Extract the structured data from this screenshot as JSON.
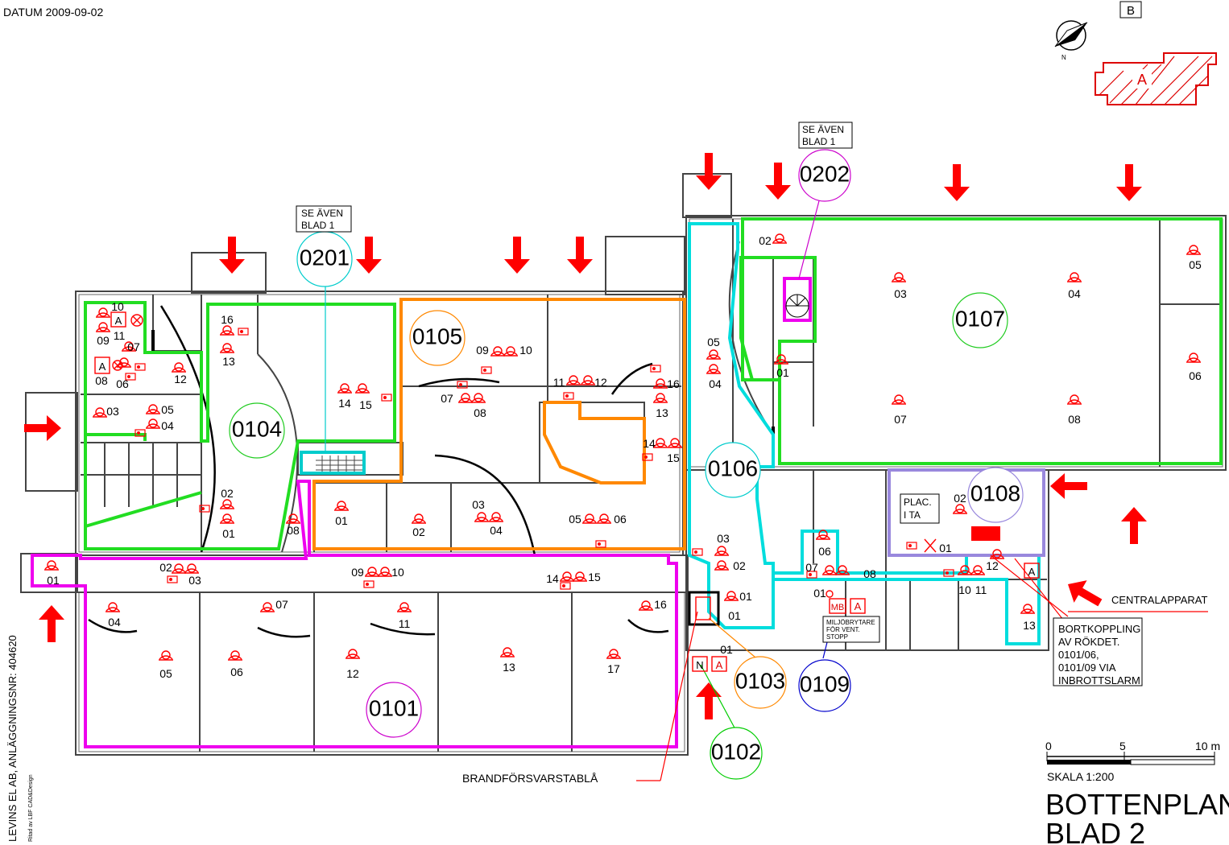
{
  "header": {
    "date": "DATUM 2009-09-02",
    "sheet_code": "B",
    "building_block": "A"
  },
  "title_block": {
    "line1": "BOTTENPLAN",
    "line2": "BLAD 2"
  },
  "scale": {
    "label": "SKALA   1:200",
    "tick0": "0",
    "tick5": "5",
    "tick10": "10 m"
  },
  "side_text": {
    "company": "LEVINS EL AB,  ANLÄGGNINGSNR:  404620",
    "drawn_by": "Ritad av LBF CAD&Design"
  },
  "notes": {
    "se_aven_1": "SE ÄVEN",
    "blad_1": "BLAD 1",
    "se_aven_2": "SE ÄVEN",
    "blad_2": "BLAD 1",
    "plac_1": "PLAC.",
    "plac_2": "I TA",
    "miljo_1": "MILJÖBRYTARE",
    "miljo_2": "FÖR VENT.",
    "miljo_3": "STOPP",
    "bort_1": "BORTKOPPLING",
    "bort_2": "AV RÖKDET.",
    "bort_3": "0101/06,",
    "bort_4": "0101/09 VIA",
    "bort_5": "INBROTTSLARM",
    "centralapparat": "CENTRALAPPARAT",
    "brandforsvarstabla": "BRANDFÖRSVARSTABLÅ"
  },
  "zones": [
    {
      "id": "0101",
      "color": "#cc00cc"
    },
    {
      "id": "0102",
      "color": "#00cc00"
    },
    {
      "id": "0103",
      "color": "#ff8800"
    },
    {
      "id": "0104",
      "color": "#00cc00"
    },
    {
      "id": "0105",
      "color": "#ff8800"
    },
    {
      "id": "0106",
      "color": "#00cccc"
    },
    {
      "id": "0107",
      "color": "#00cc00"
    },
    {
      "id": "0108",
      "color": "#9988dd"
    },
    {
      "id": "0109",
      "color": "#0000cc"
    },
    {
      "id": "0201",
      "color": "#00cccc"
    },
    {
      "id": "0202",
      "color": "#cc00cc"
    }
  ],
  "detector_labels": {
    "z0104": [
      "10",
      "09",
      "11",
      "07",
      "08",
      "06",
      "12",
      "03",
      "05",
      "04",
      "16",
      "13",
      "14",
      "15",
      "02",
      "01"
    ],
    "z0105": [
      "09",
      "10",
      "07",
      "08",
      "11",
      "12",
      "16",
      "13",
      "14",
      "15",
      "01",
      "02",
      "03",
      "04",
      "05",
      "06"
    ],
    "z0101": [
      "01",
      "02",
      "03",
      "09",
      "10",
      "14",
      "15",
      "04",
      "07",
      "11",
      "16",
      "05",
      "06",
      "12",
      "13",
      "17",
      "08"
    ],
    "z0106": [
      "05",
      "04",
      "03",
      "02",
      "01",
      "01",
      "01"
    ],
    "z0107": [
      "02",
      "01",
      "03",
      "04",
      "05",
      "07",
      "08",
      "06"
    ],
    "z0108": [
      "02",
      "01",
      "06",
      "07",
      "08",
      "10",
      "11",
      "12",
      "13",
      "01"
    ],
    "symbols": {
      "a": "A",
      "n": "N",
      "mb": "MB"
    }
  }
}
